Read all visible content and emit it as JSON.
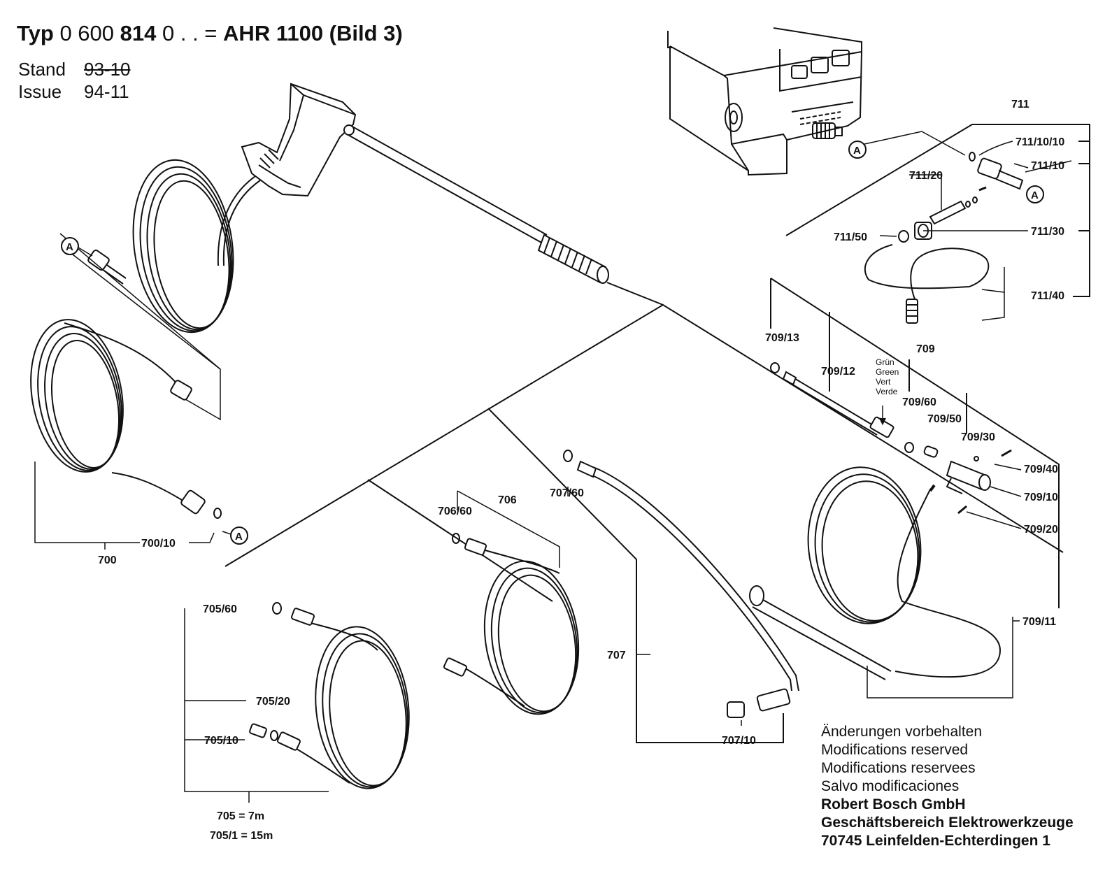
{
  "header": {
    "typ_label": "Typ",
    "typ_number_a": "0 600",
    "typ_number_b": "814",
    "typ_number_c": "0 . . =",
    "model": "AHR 1100 (Bild 3)",
    "stand_label": "Stand",
    "stand_value": "93-10",
    "issue_label": "Issue",
    "issue_value": "94-11"
  },
  "callouts": {
    "c711": "711",
    "c711_10_10": "711/10/10",
    "c711_10": "711/10",
    "c711_20": "711/20",
    "c711_30": "711/30",
    "c711_40": "711/40",
    "c711_50": "711/50",
    "c709": "709",
    "c709_10": "709/10",
    "c709_11": "709/11",
    "c709_12": "709/12",
    "c709_13": "709/13",
    "c709_20": "709/20",
    "c709_30": "709/30",
    "c709_40": "709/40",
    "c709_50": "709/50",
    "c709_60": "709/60",
    "c707": "707",
    "c707_10": "707/10",
    "c707_60": "707/60",
    "c706": "706",
    "c706_60": "706/60",
    "c705_10": "705/10",
    "c705_20": "705/20",
    "c705_60": "705/60",
    "c705_len": "705 = 7m",
    "c705_1_len": "705/1 = 15m",
    "c700": "700",
    "c700_10": "700/10",
    "connector_a": "A"
  },
  "color_note": {
    "de": "Grün",
    "en": "Green",
    "fr": "Vert",
    "es": "Verde"
  },
  "footer": {
    "note_de": "Änderungen vorbehalten",
    "note_en": "Modifications reserved",
    "note_fr": "Modifications reservees",
    "note_es": "Salvo modificaciones",
    "company": "Robert Bosch GmbH",
    "division": "Geschäftsbereich Elektrowerkzeuge",
    "address": "70745 Leinfelden-Echterdingen 1"
  }
}
